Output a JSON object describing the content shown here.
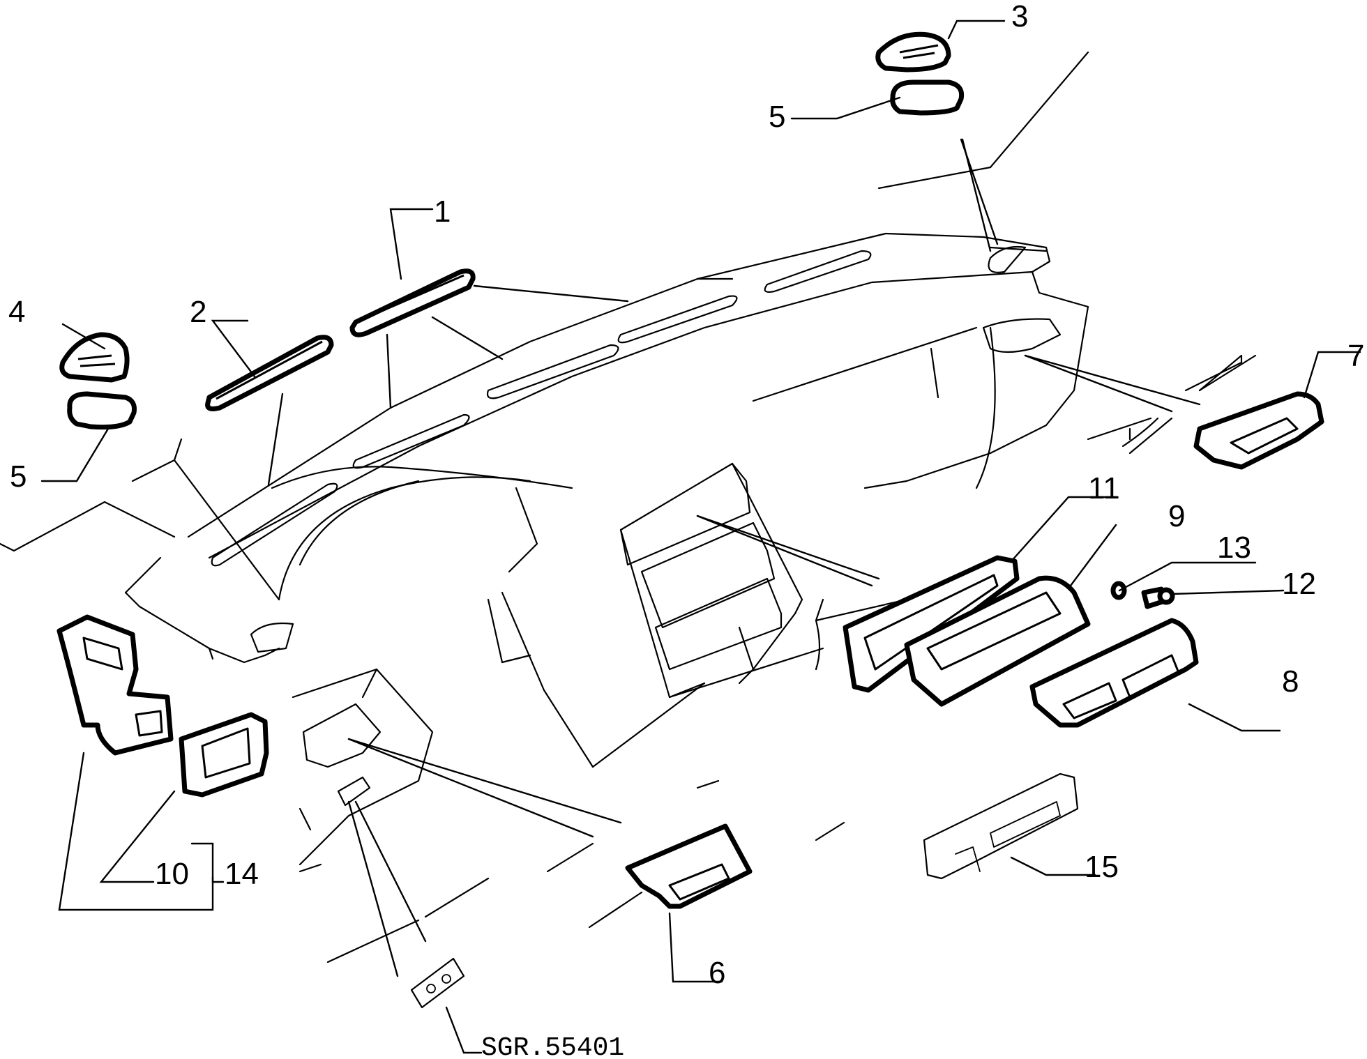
{
  "labels": {
    "l1": "1",
    "l2": "2",
    "l3": "3",
    "l4": "4",
    "l5a": "5",
    "l5b": "5",
    "l6": "6",
    "l7": "7",
    "l8": "8",
    "l9": "9",
    "l10": "10",
    "l11": "11",
    "l12": "12",
    "l13": "13",
    "l14": "14",
    "l15": "15"
  },
  "drawing_code": "SGR.55401"
}
